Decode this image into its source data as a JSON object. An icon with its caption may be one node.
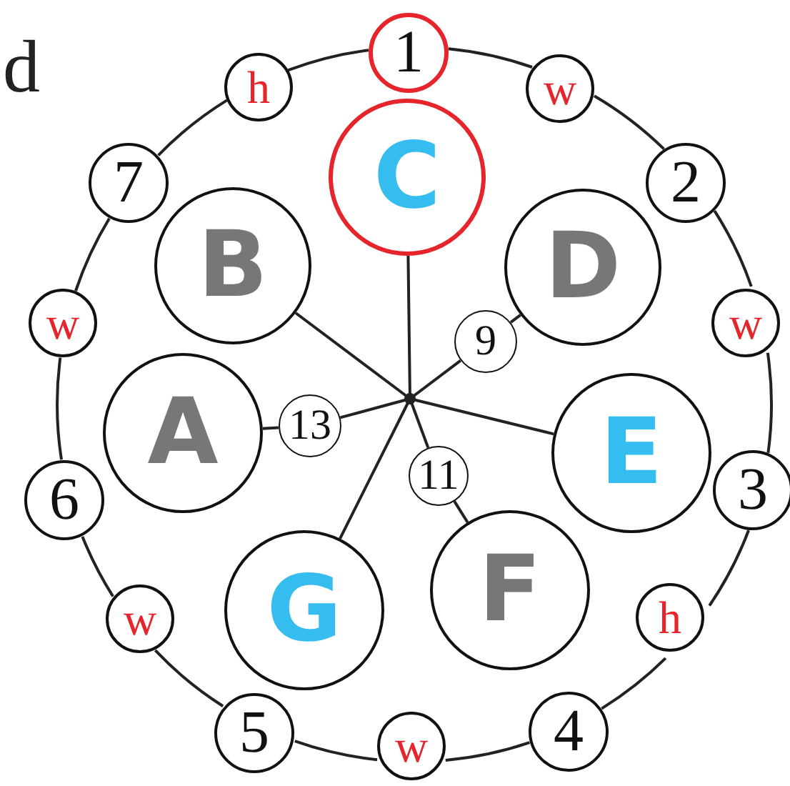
{
  "diagram": {
    "nodes": [
      {
        "text": [
          "1"
        ]
      },
      {
        "text": [
          "w"
        ]
      },
      {
        "text": [
          "2"
        ]
      },
      {
        "text": [
          "w"
        ]
      },
      {
        "text": [
          "3"
        ]
      },
      {
        "text": [
          "h"
        ]
      },
      {
        "text": [
          "4"
        ]
      },
      {
        "text": [
          "w"
        ]
      },
      {
        "text": [
          "5"
        ]
      },
      {
        "text": [
          "w"
        ]
      },
      {
        "text": [
          "6"
        ]
      },
      {
        "text": [
          "w"
        ]
      },
      {
        "text": [
          "7"
        ]
      },
      {
        "text": [
          "h"
        ]
      },
      {
        "text": [
          "C"
        ]
      },
      {
        "text": [
          "D"
        ]
      },
      {
        "text": [
          "E"
        ]
      },
      {
        "text": [
          "F"
        ]
      },
      {
        "text": [
          "G"
        ]
      },
      {
        "text": [
          "A"
        ]
      },
      {
        "text": [
          "B"
        ]
      },
      {
        "text": [
          "9"
        ]
      },
      {
        "text": [
          "13"
        ]
      },
      {
        "text": [
          "11"
        ]
      },
      {
        "text": [],
        "shape": "point"
      }
    ],
    "edges": [
      {
        "from": 0,
        "to": 1,
        "arrow": "none"
      },
      {
        "from": 1,
        "to": 2,
        "arrow": "none"
      },
      {
        "from": 2,
        "to": 3,
        "arrow": "none"
      },
      {
        "from": 3,
        "to": 4,
        "arrow": "none"
      },
      {
        "from": 4,
        "to": 5,
        "arrow": "none"
      },
      {
        "from": 5,
        "to": 6,
        "arrow": "none"
      },
      {
        "from": 6,
        "to": 7,
        "arrow": "none"
      },
      {
        "from": 7,
        "to": 8,
        "arrow": "none"
      },
      {
        "from": 8,
        "to": 9,
        "arrow": "none"
      },
      {
        "from": 9,
        "to": 10,
        "arrow": "none"
      },
      {
        "from": 10,
        "to": 11,
        "arrow": "none"
      },
      {
        "from": 11,
        "to": 12,
        "arrow": "none"
      },
      {
        "from": 12,
        "to": 13,
        "arrow": "none"
      },
      {
        "from": 13,
        "to": 0,
        "arrow": "none"
      },
      {
        "from": 14,
        "to": 24,
        "arrow": "none"
      },
      {
        "from": 15,
        "to": 21,
        "arrow": "none"
      },
      {
        "from": 21,
        "to": 24,
        "arrow": "none"
      },
      {
        "from": 16,
        "to": 24,
        "arrow": "none"
      },
      {
        "from": 17,
        "to": 23,
        "arrow": "none"
      },
      {
        "from": 23,
        "to": 24,
        "arrow": "none"
      },
      {
        "from": 18,
        "to": 24,
        "arrow": "none"
      },
      {
        "from": 19,
        "to": 22,
        "arrow": "none"
      },
      {
        "from": 22,
        "to": 24,
        "arrow": "none"
      },
      {
        "from": 20,
        "to": 24,
        "arrow": "none"
      }
    ],
    "labels": [
      "d"
    ]
  }
}
